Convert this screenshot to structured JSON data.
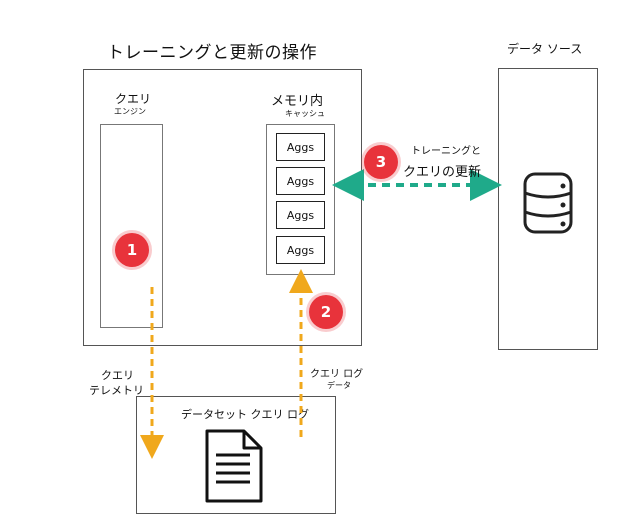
{
  "title": "トレーニングと更新の操作",
  "datasource": {
    "label": "データ ソース",
    "icon": "database-icon"
  },
  "query_engine": {
    "label": "クエリ",
    "sublabel": "エンジン"
  },
  "memory_cache": {
    "label": "メモリ内",
    "sublabel": "キャッシュ"
  },
  "aggs": [
    "Aggs",
    "Aggs",
    "Aggs",
    "Aggs"
  ],
  "steps": [
    {
      "number": "1"
    },
    {
      "number": "2"
    },
    {
      "number": "3",
      "label_line1": "トレーニングと",
      "label_line2": "クエリの更新"
    }
  ],
  "telemetry": {
    "line1": "クエリ",
    "line2": "テレメトリ"
  },
  "querylog_data": {
    "line1": "クエリ ログ",
    "line2": "データ"
  },
  "dataset_querylog": {
    "label": "データセット クエリ ログ",
    "icon": "document-icon"
  },
  "colors": {
    "badge": "#e8333b",
    "orange_arrow": "#f0a81c",
    "teal_arrow": "#1faa8a"
  }
}
